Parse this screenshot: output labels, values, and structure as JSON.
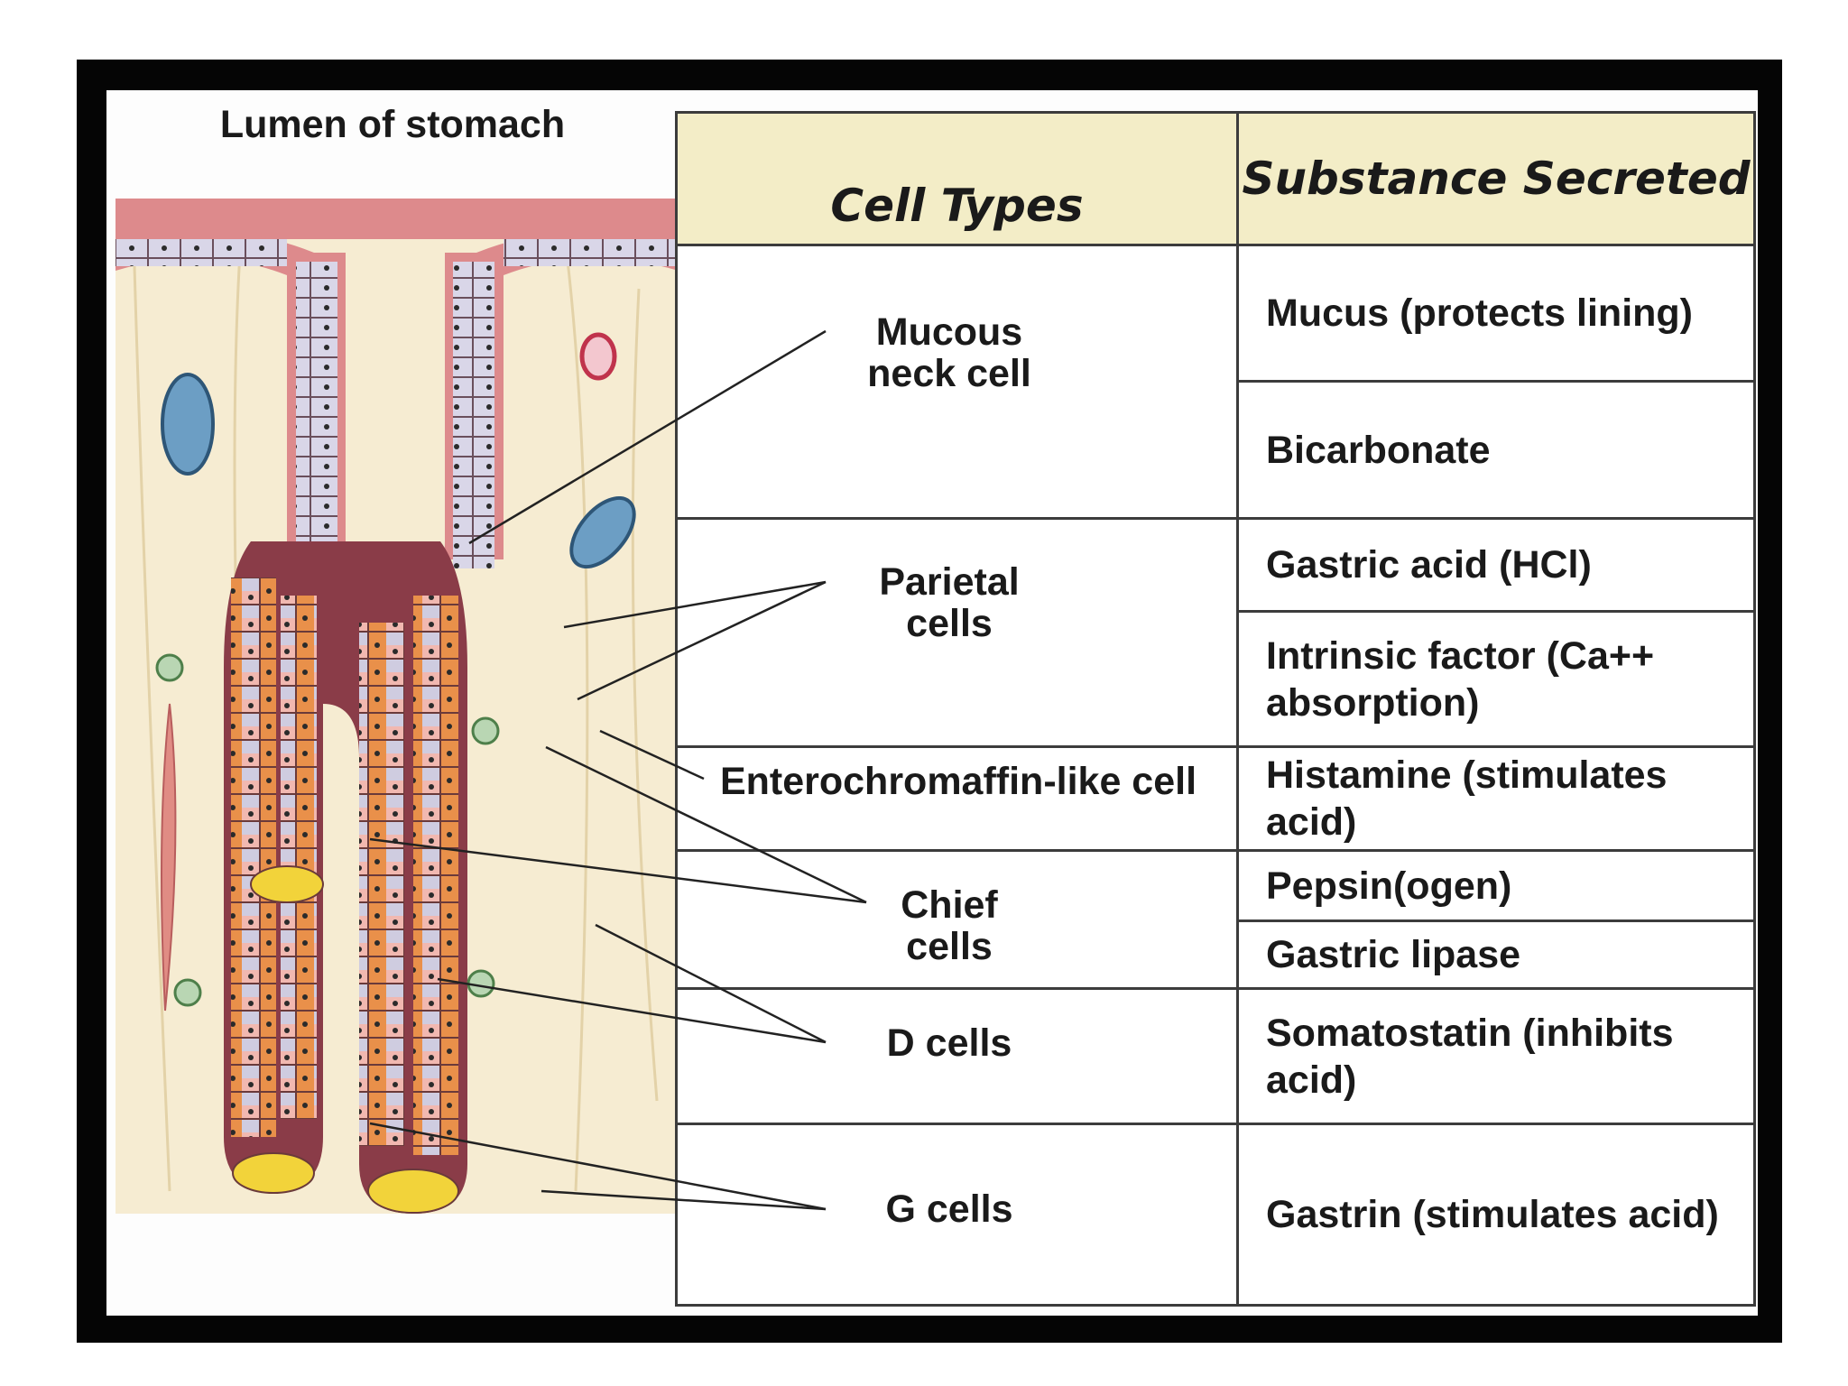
{
  "lumen_label": "Lumen of stomach",
  "headers": {
    "cell_types": "Cell Types",
    "substance": "Substance Secreted"
  },
  "cell_labels": {
    "mucous": "Mucous neck cell",
    "parietal": "Parietal cells",
    "ecl": "Enterochromaffin-like cell",
    "chief": "Chief cells",
    "d": "D cells",
    "g": "G cells"
  },
  "substances": [
    "Mucus (protects lining)",
    "Bicarbonate",
    "Gastric acid (HCl)",
    "Intrinsic factor (Ca++ absorption)",
    "Histamine (stimulates acid)",
    "Pepsin(ogen)",
    "Gastric lipase",
    "Somatostatin (inhibits acid)",
    "Gastrin (stimulates acid)"
  ],
  "colors": {
    "frame": "#050505",
    "header_fill": "#f3edc7",
    "tissue": "#f6ecd2",
    "lumen_pink": "#dd8a8c",
    "parietal_orange": "#e9904a",
    "chief_lavender": "#cfcce0",
    "g_cell_yellow": "#f2d33a",
    "vessel_blue": "#6c9ec4"
  }
}
